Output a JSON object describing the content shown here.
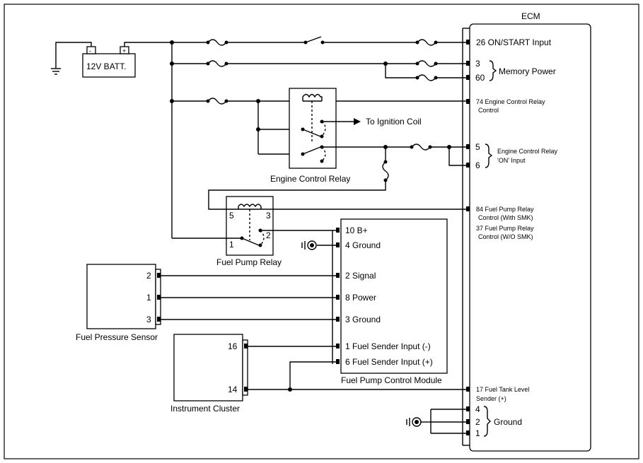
{
  "ecm": {
    "title": "ECM",
    "on_start": "26 ON/START Input",
    "mem_pin1": "3",
    "mem_pin2": "60",
    "memory_power": "Memory Power",
    "ecr_ctrl_1": "74 Engine Control Relay",
    "ecr_ctrl_2": "Control",
    "on_pin1": "5",
    "on_pin2": "6",
    "on_input_1": "Engine Control Relay",
    "on_input_2": "'ON' Input",
    "fpr_smk_1": "84 Fuel Pump Relay",
    "fpr_smk_2": "Control (With SMK)",
    "fpr_wo_1": "37 Fuel Pump Relay",
    "fpr_wo_2": "Control (W/O SMK)",
    "tank_1": "17 Fuel Tank Level",
    "tank_2": "Sender (+)",
    "gnd_pin1": "4",
    "gnd_pin2": "2",
    "gnd_pin3": "1",
    "ground": "Ground"
  },
  "battery": {
    "label": "12V BATT.",
    "neg": "-",
    "pos": "+"
  },
  "engine_control_relay": {
    "caption": "Engine Control Relay",
    "to_ignition": "To Ignition Coil"
  },
  "fuel_pump_relay": {
    "caption": "Fuel Pump Relay",
    "p5": "5",
    "p3": "3",
    "p1": "1",
    "p2": "2"
  },
  "fpcm": {
    "caption": "Fuel Pump Control Module",
    "b_plus": "10 B+",
    "ground4": "4 Ground",
    "signal": "2 Signal",
    "power": "8 Power",
    "ground3": "3 Ground",
    "sender_neg": "1 Fuel Sender Input (-)",
    "sender_pos": "6 Fuel Sender Input (+)"
  },
  "fuel_pressure_sensor": {
    "caption": "Fuel Pressure Sensor",
    "p2": "2",
    "p1": "1",
    "p3": "3"
  },
  "instrument_cluster": {
    "caption": "Instrument Cluster",
    "p16": "16",
    "p14": "14"
  }
}
